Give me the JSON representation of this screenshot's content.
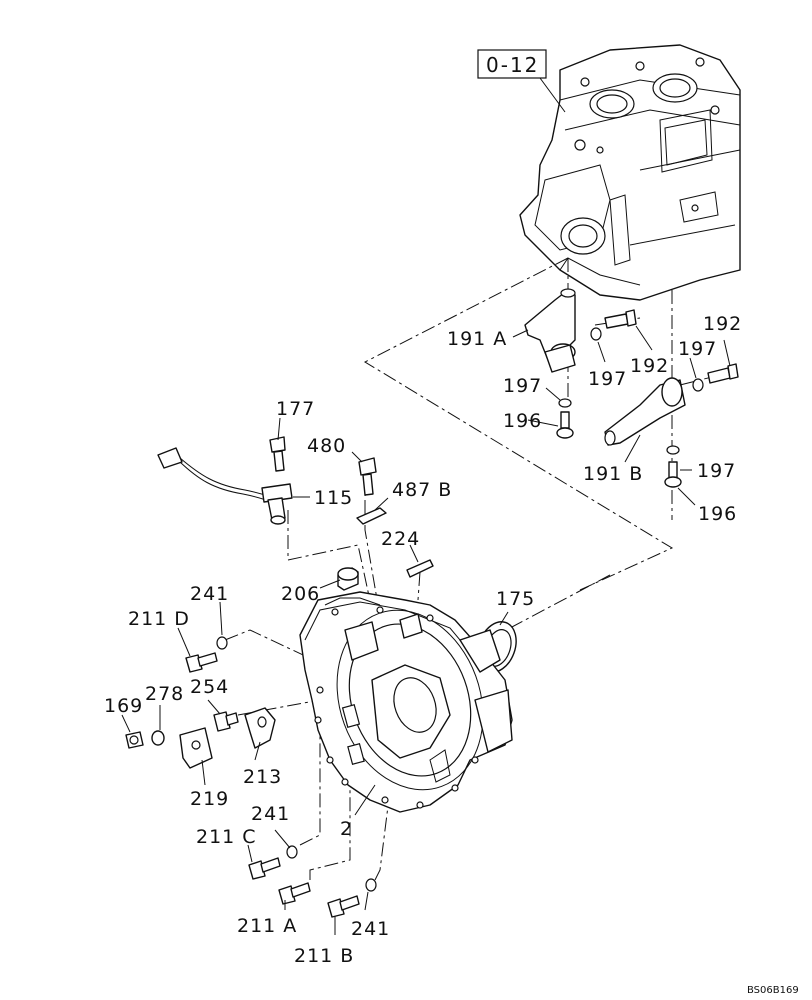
{
  "diagram": {
    "reference_box": "0-12",
    "drawing_code": "BS06B169",
    "part_labels": {
      "p192_top": "192",
      "p197_right": "197",
      "p191a": "191 A",
      "p192_mid": "192",
      "p197_mid": "197",
      "p197_left": "197",
      "p196_left": "196",
      "p177": "177",
      "p480": "480",
      "p115": "115",
      "p487b": "487 B",
      "p191b": "191 B",
      "p197_low": "197",
      "p196_right": "196",
      "p224": "224",
      "p206": "206",
      "p241_top": "241",
      "p211d": "211 D",
      "p175": "175",
      "p169": "169",
      "p278": "278",
      "p254": "254",
      "p213": "213",
      "p219": "219",
      "p241_mid": "241",
      "p2": "2",
      "p211c": "211 C",
      "p211a": "211 A",
      "p241_low": "241",
      "p211b": "211 B"
    }
  }
}
